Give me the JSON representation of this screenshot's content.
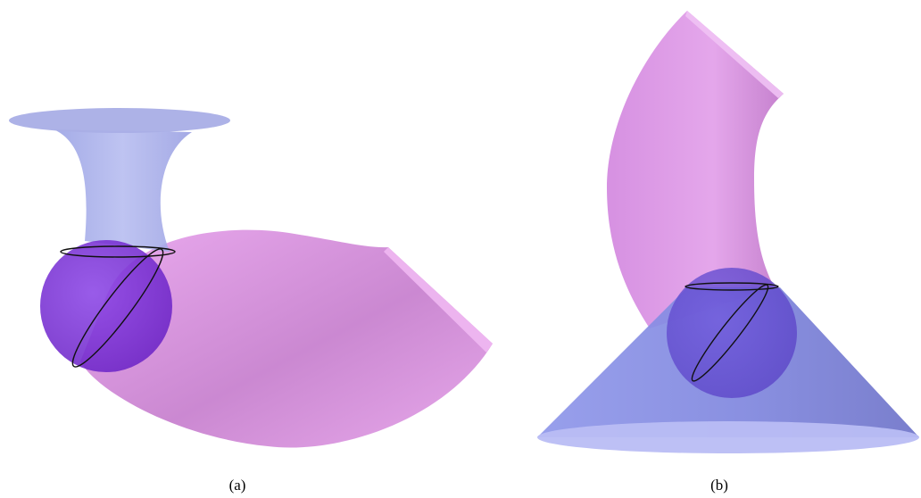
{
  "panels": [
    {
      "id": "a",
      "caption": "(a)"
    },
    {
      "id": "b",
      "caption": "(b)"
    }
  ],
  "colors": {
    "tube": "#d98ae0",
    "tube_highlight": "#f0b8f2",
    "tube_shadow": "#b771c4",
    "hyperboloid": "#a8abe8",
    "cone": "#8d92e6",
    "sphere": "#7a2fd8",
    "contour": "#111111"
  }
}
